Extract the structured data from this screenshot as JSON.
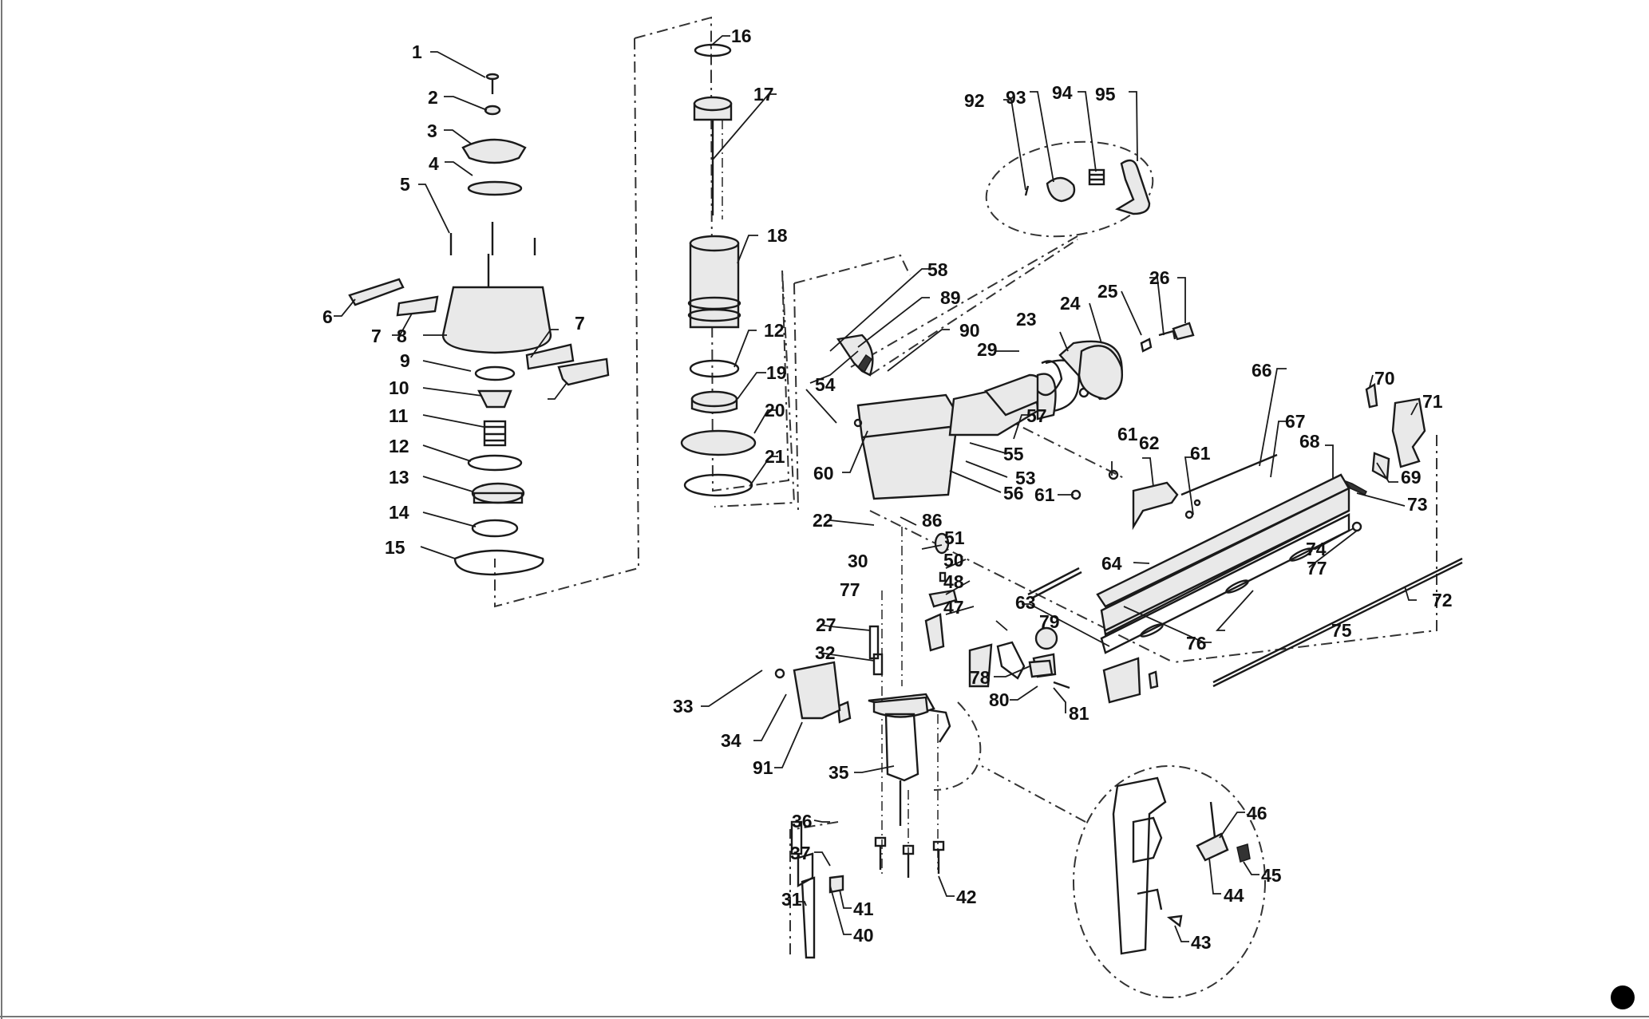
{
  "part_numbers": [
    "1",
    "2",
    "3",
    "4",
    "5",
    "6",
    "7",
    "7",
    "8",
    "9",
    "10",
    "11",
    "12",
    "13",
    "14",
    "15",
    "16",
    "17",
    "18",
    "12",
    "19",
    "20",
    "21",
    "92",
    "93",
    "94",
    "95",
    "58",
    "89",
    "90",
    "54",
    "60",
    "23",
    "24",
    "25",
    "26",
    "29",
    "57",
    "55",
    "53",
    "56",
    "66",
    "67",
    "68",
    "70",
    "71",
    "61",
    "62",
    "61",
    "61",
    "69",
    "73",
    "74",
    "77",
    "22",
    "86",
    "51",
    "30",
    "50",
    "48",
    "77",
    "47",
    "64",
    "63",
    "72",
    "79",
    "76",
    "75",
    "27",
    "32",
    "33",
    "34",
    "91",
    "35",
    "78",
    "80",
    "81",
    "36",
    "37",
    "31",
    "41",
    "40",
    "42",
    "46",
    "45",
    "44",
    "43"
  ]
}
